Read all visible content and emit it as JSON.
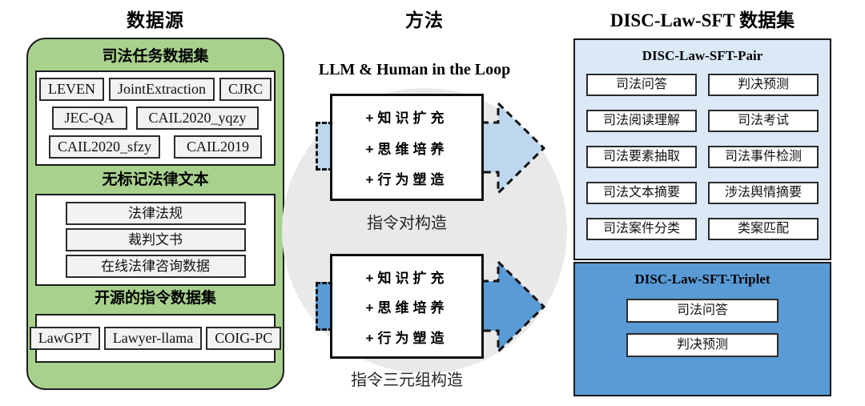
{
  "sources": {
    "title": "数据源",
    "tasks_header": "司法任务数据集",
    "tasks_rows": [
      [
        "LEVEN",
        "JointExtraction",
        "CJRC"
      ],
      [
        "JEC-QA",
        "CAIL2020_yqzy"
      ],
      [
        "CAIL2020_sfzy",
        "CAIL2019"
      ]
    ],
    "unlabeled_header": "无标记法律文本",
    "unlabeled_bars": [
      "法律法规",
      "裁判文书",
      "在线法律咨询数据"
    ],
    "opensource_header": "开源的指令数据集",
    "opensource_chips": [
      "LawGPT",
      "Lawyer-llama",
      "COIG-PC"
    ]
  },
  "method": {
    "title": "方法",
    "loop_label": "LLM & Human in the Loop",
    "steps": [
      "+知识扩充",
      "+思维培养",
      "+行为塑造"
    ],
    "pair_caption": "指令对构造",
    "triplet_caption": "指令三元组构造"
  },
  "dataset": {
    "title": "DISC-Law-SFT 数据集",
    "pair_header": "DISC-Law-SFT-Pair",
    "pair_chips": [
      "司法问答",
      "判决预测",
      "司法阅读理解",
      "司法考试",
      "司法要素抽取",
      "司法事件检测",
      "司法文本摘要",
      "涉法舆情摘要",
      "司法案件分类",
      "类案匹配"
    ],
    "triplet_header": "DISC-Law-SFT-Triplet",
    "triplet_chips": [
      "司法问答",
      "判决预测"
    ]
  },
  "colors": {
    "source_panel_green": "#a9d18e",
    "pair_panel_blue": "#dbe9f6",
    "triplet_panel_blue": "#5b9bd5",
    "pair_arrow_fill": "#bdd7ee",
    "triplet_arrow_fill": "#5b9bd5",
    "loop_circle_gray": "#e9e9e9",
    "chip_gray": "#f2f2f2"
  }
}
